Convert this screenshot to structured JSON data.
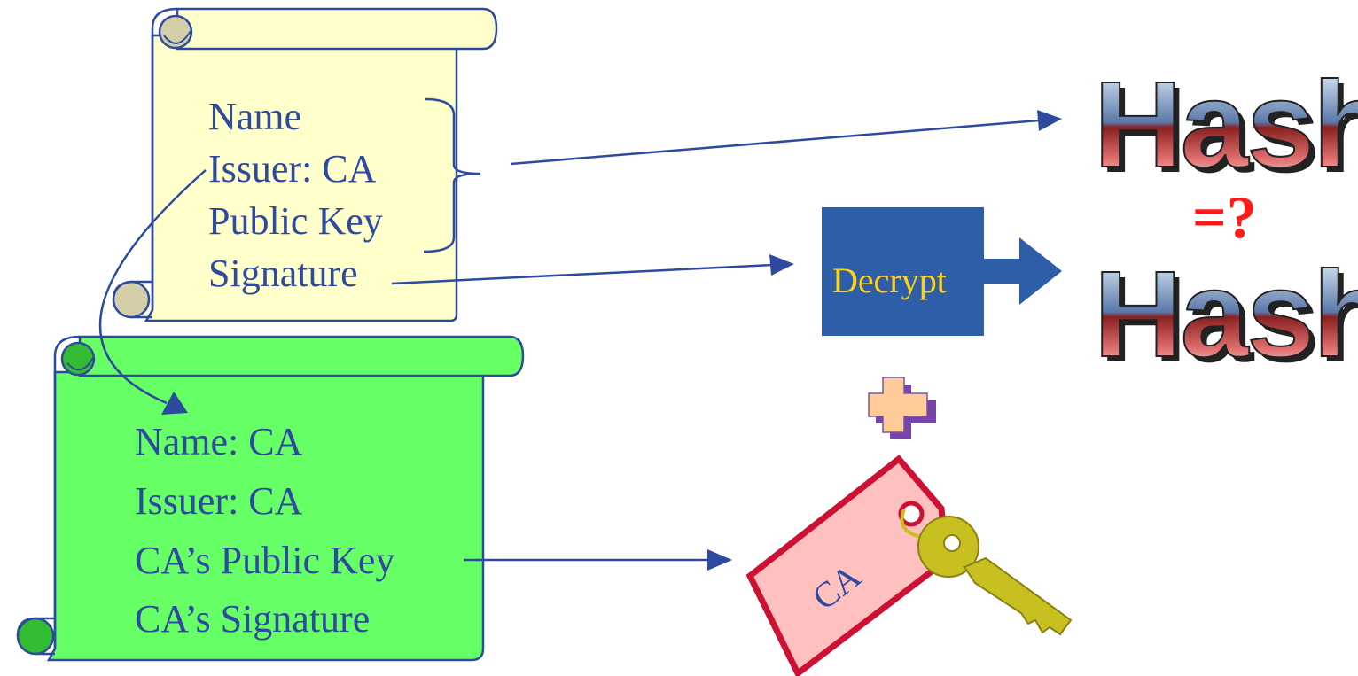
{
  "user_cert": {
    "lines": [
      "Name",
      "Issuer: CA",
      "Public Key",
      "Signature"
    ]
  },
  "ca_cert": {
    "lines": [
      "Name: CA",
      "Issuer: CA",
      "CA’s Public Key",
      "CA’s Signature"
    ]
  },
  "decrypt_box": {
    "label": "Decrypt"
  },
  "key_tag": {
    "label": "CA"
  },
  "hash_top": {
    "label": "Hash"
  },
  "hash_bottom": {
    "label": "Hash"
  },
  "comparison": {
    "label": "=?"
  },
  "colors": {
    "user_cert_fill": "#ffffcc",
    "ca_cert_fill": "#66ff66",
    "text_blue": "#2e4a9e",
    "decrypt_fill": "#2f5ea8",
    "decrypt_text": "#ffd21a",
    "tag_fill": "#ffc0c0",
    "tag_border": "#cc1133",
    "key_fill": "#c8c020",
    "plus_fill": "#ffcc99",
    "equals_red": "#ff1a1a"
  }
}
